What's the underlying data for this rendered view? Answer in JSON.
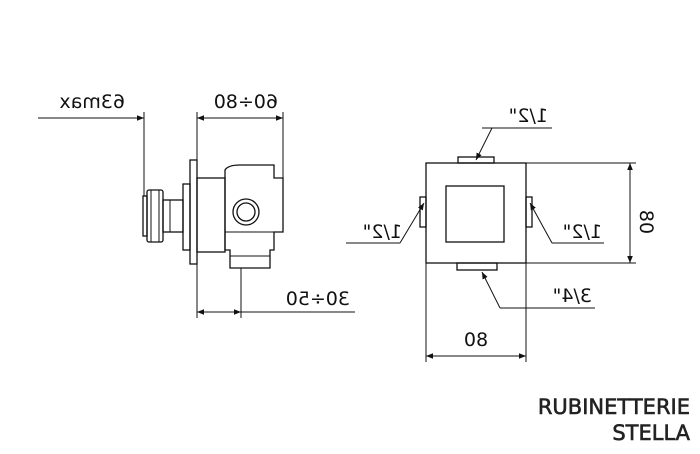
{
  "dimensions": {
    "max_protrusion": "63max",
    "wall_depth": "60÷80",
    "outlet_offset": "30÷50",
    "height": "80",
    "width": "80",
    "conn_top": "1/2\"",
    "conn_left": "1/2\"",
    "conn_right": "1/2\"",
    "conn_bottom": "3/4\""
  },
  "brand": {
    "line1": "RUBINETTERIE",
    "line2": "STELLA"
  }
}
